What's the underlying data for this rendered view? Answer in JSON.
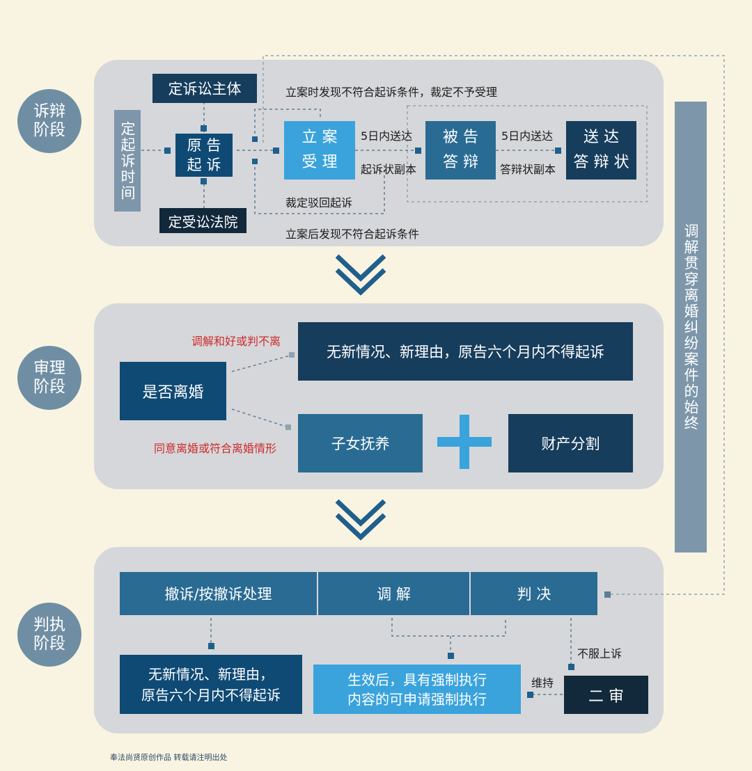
{
  "stages": {
    "s1": "诉辩\n阶段",
    "s2": "审理\n阶段",
    "s3": "判执\n阶段"
  },
  "side_label": "调解贯穿离婚纠纷案件的始终",
  "top": {
    "subject": "定诉讼主体",
    "court": "定受讼法院",
    "time": "定起诉时间",
    "plaintiff": "原 告\n起 诉",
    "accept": "立 案\n受 理",
    "defendant": "被 告\n答 辩",
    "deliver": "送 达\n答 辩 状",
    "note_reject_top": "立案时发现不符合起诉条件，裁定不予受理",
    "note_dismiss": "裁定驳回起诉",
    "note_after": "立案后发现不符合起诉条件",
    "five_days_1": "5日内送达",
    "copy_1": "起诉状副本",
    "five_days_2": "5日内送达",
    "copy_2": "答辩状副本"
  },
  "middle": {
    "divorce_q": "是否离婚",
    "no_change": "无新情况、新理由，原告六个月内不得起诉",
    "children": "子女抚养",
    "property": "财产分割",
    "reconcile_label": "调解和好或判不离",
    "agree_label": "同意离婚或符合离婚情形"
  },
  "bottom": {
    "withdraw": "撤诉/按撤诉处理",
    "mediate": "调 解",
    "judge": "判 决",
    "no_change": "无新情况、新理由，\n原告六个月内不得起诉",
    "effective": "生效后，具有强制执行\n内容的可申请强制执行",
    "second": "二 审",
    "appeal": "不服上诉",
    "uphold": "维持"
  },
  "footer": "奉法尚贤原创作品 转载请注明出处",
  "colors": {
    "background": "#f9f4e1",
    "panel": "#d6d7da",
    "navy": "#0f4a75",
    "light_blue": "#3aa3dc",
    "red_label": "#cc2b2b"
  }
}
